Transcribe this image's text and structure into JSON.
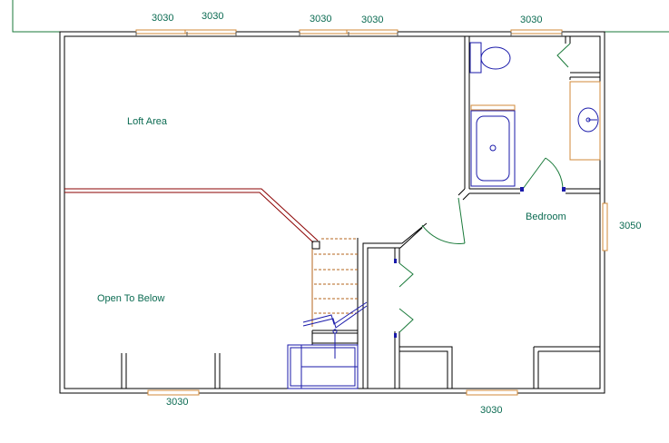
{
  "rooms": {
    "loft": "Loft Area",
    "open_below": "Open To Below",
    "bedroom": "Bedroom"
  },
  "windows": {
    "top_1": "3030",
    "top_2": "3030",
    "top_3": "3030",
    "top_4": "3030",
    "top_5": "3030",
    "right": "3050",
    "bottom_1": "3030",
    "bottom_2": "3030"
  },
  "colors": {
    "wall": "#000000",
    "window": "#d08a3a",
    "door": "#1a7a3a",
    "stair": "#b5651d",
    "fixture": "#1a1aaa",
    "rail": "#8b0000",
    "text": "#0b6b52"
  }
}
